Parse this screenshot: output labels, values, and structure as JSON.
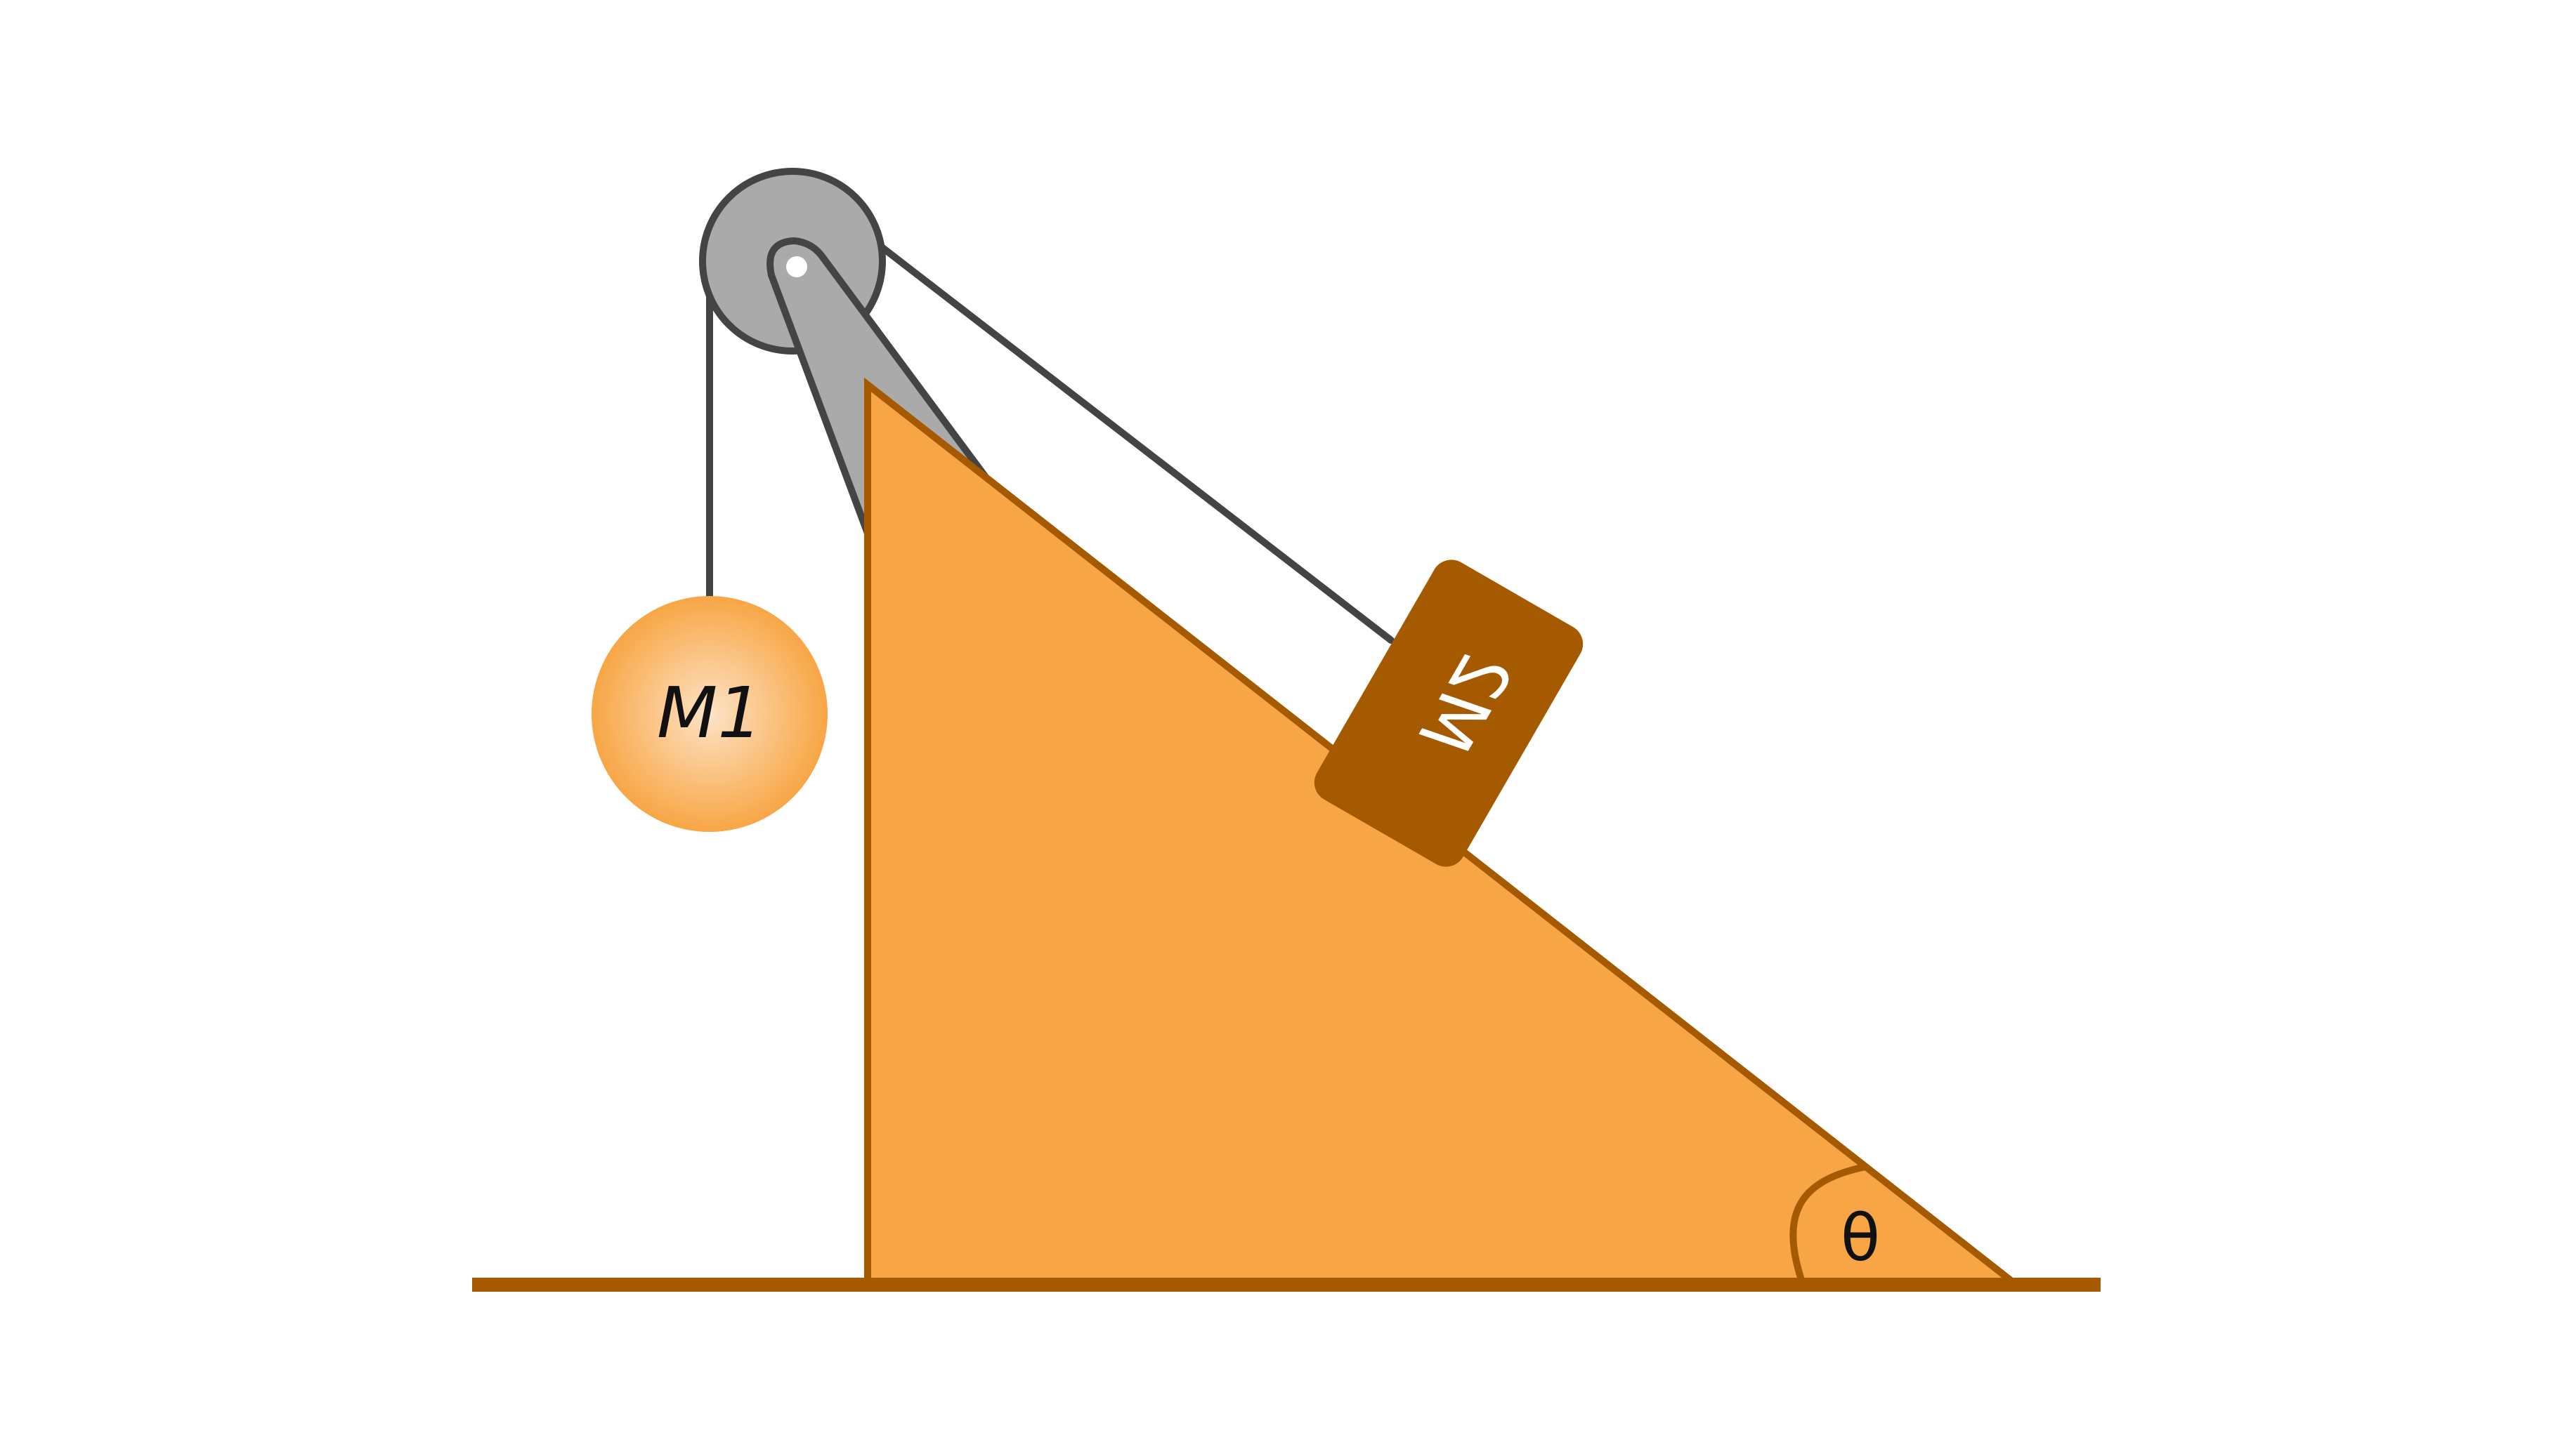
{
  "diagram": {
    "mass1_label": "M1",
    "mass2_label": "M2",
    "angle_label": "θ"
  },
  "colors": {
    "incline_fill": "#F8A645",
    "incline_stroke": "#A65A00",
    "block_fill": "#A65A00",
    "pulley_fill": "#AAAAAA",
    "rope_color": "#444444",
    "ball_center": "#FDE3C6",
    "ball_edge": "#F8A645"
  }
}
